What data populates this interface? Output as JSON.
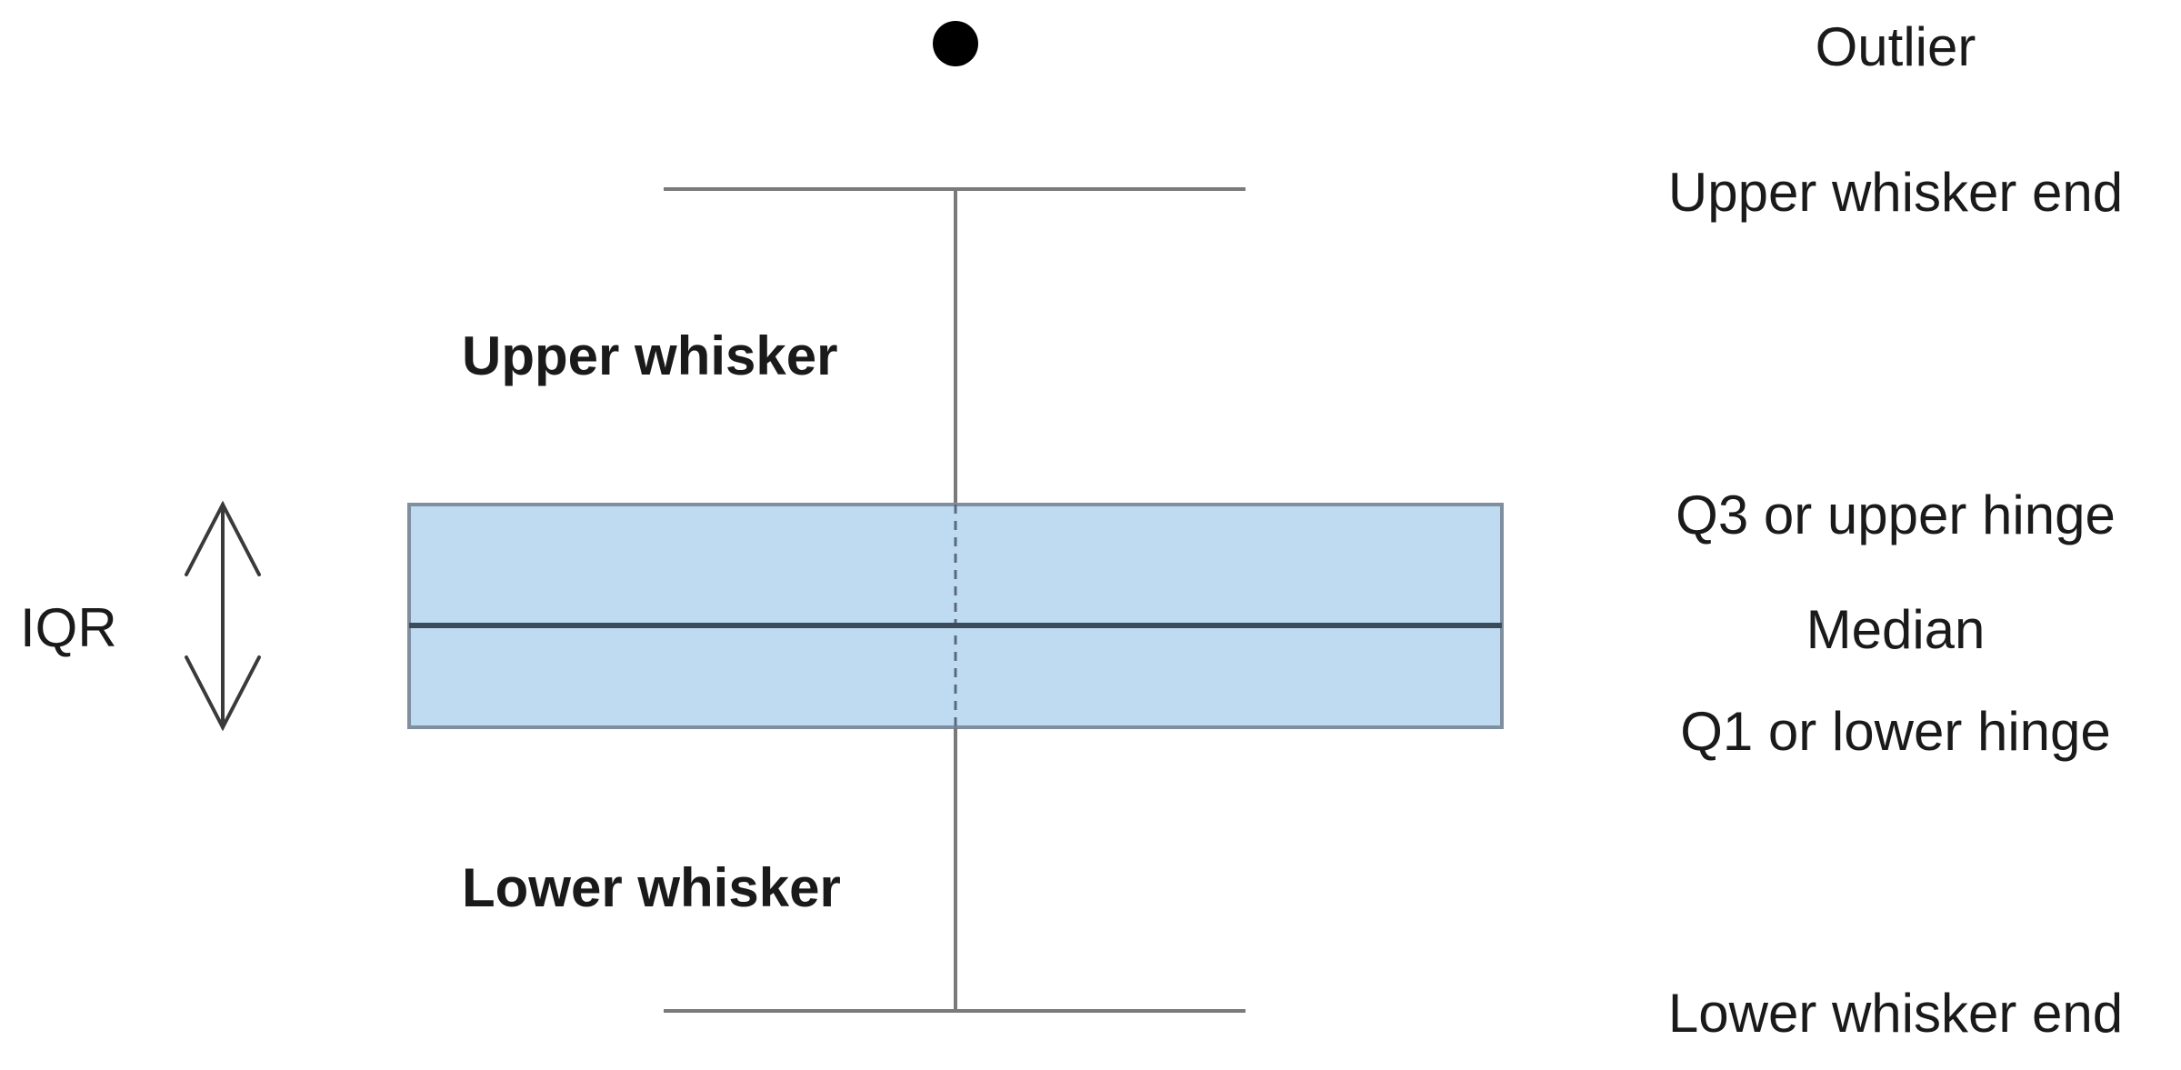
{
  "labels": {
    "outlier": "Outlier",
    "upper_whisker_end": "Upper whisker end",
    "upper_whisker": "Upper whisker",
    "q3": "Q3 or upper hinge",
    "median": "Median",
    "q1": "Q1 or lower hinge",
    "lower_whisker": "Lower whisker",
    "lower_whisker_end": "Lower whisker end",
    "iqr": "IQR"
  },
  "colors": {
    "box_fill": "#bfdbf2",
    "box_stroke": "#7f8f9f",
    "median_line": "#3b4b5b",
    "whisker": "#7a7a7a",
    "outlier": "#000000",
    "text": "#1a1a1a"
  }
}
